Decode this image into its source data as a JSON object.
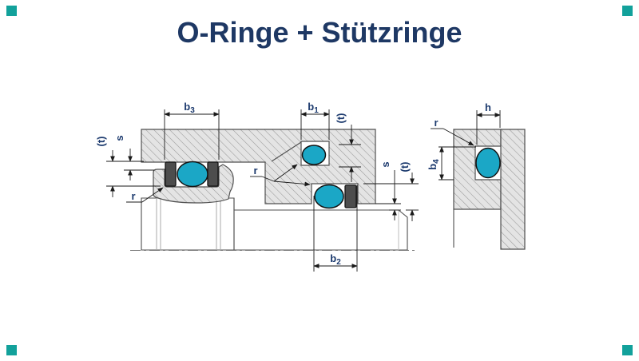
{
  "title": "O-Ringe + Stützringe",
  "colors": {
    "title_text": "#1e3864",
    "label_text": "#1c3a6e",
    "oring": "#1ba7c6",
    "support_ring": "#4d4d4d",
    "hatch_background": "#e4e4e4",
    "hatch_line": "#999999",
    "dimension_line": "#1a1a1a",
    "corner_marker": "#12a19b"
  },
  "diagram": {
    "labels": {
      "groove_width_left": {
        "base": "b",
        "sub": "3"
      },
      "groove_width_mid": {
        "base": "b",
        "sub": "1"
      },
      "groove_width_bottom": {
        "base": "b",
        "sub": "2"
      },
      "groove_width_right": {
        "base": "b",
        "sub": "4"
      },
      "groove_height_right": {
        "base": "h",
        "sub": ""
      },
      "depth_left": {
        "base": "(t)"
      },
      "gap_left": {
        "base": "s"
      },
      "depth_mid": {
        "base": "(t)"
      },
      "gap_right": {
        "base": "s"
      },
      "depth_right": {
        "base": "(t)"
      },
      "radius_left": {
        "base": "r"
      },
      "radius_mid": {
        "base": "r"
      },
      "radius_right": {
        "base": "r"
      }
    }
  }
}
